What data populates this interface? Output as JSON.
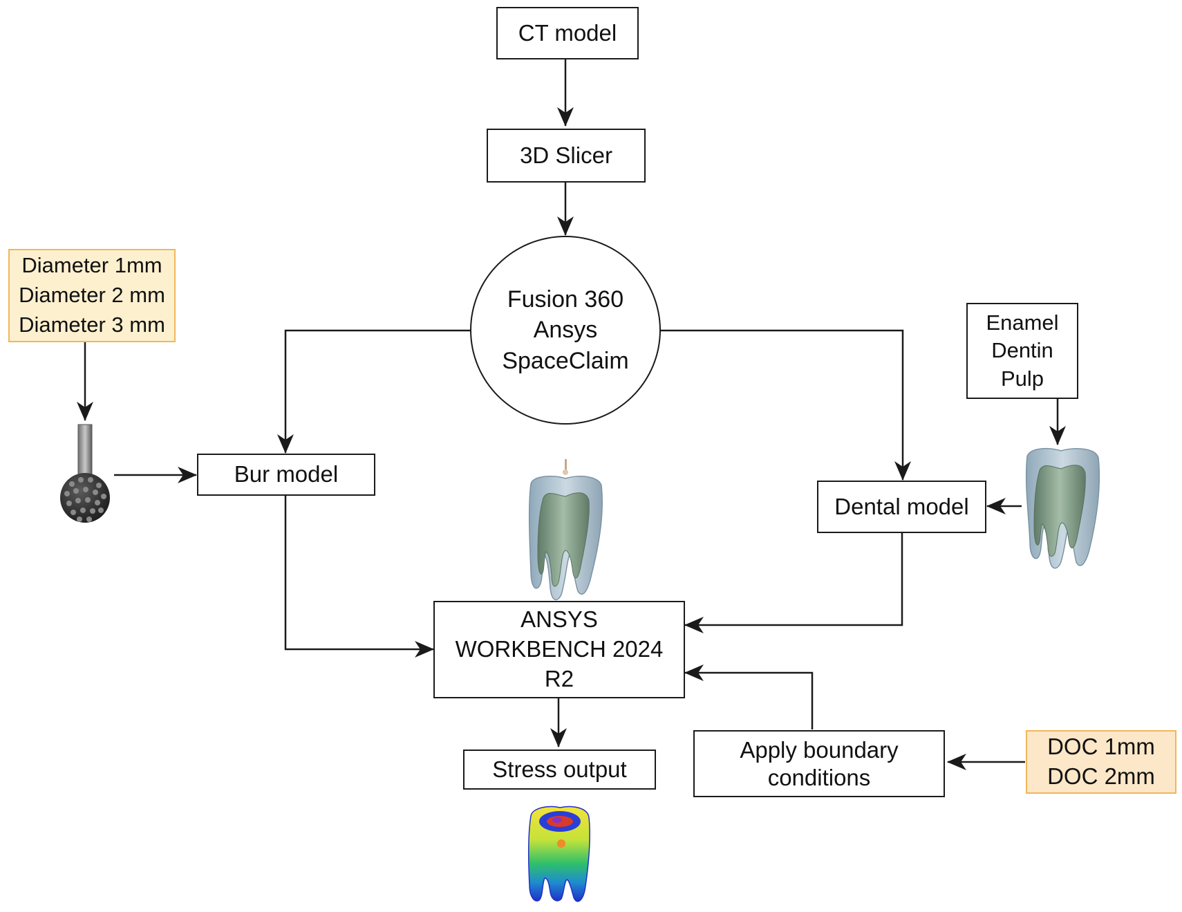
{
  "nodes": {
    "ct_model": "CT model",
    "slicer": "3D Slicer",
    "fusion": [
      "Fusion 360",
      "Ansys",
      "SpaceClaim"
    ],
    "bur_params": [
      "Diameter 1mm",
      "Diameter 2 mm",
      "Diameter 3 mm"
    ],
    "bur_model": "Bur model",
    "tissues": [
      "Enamel",
      "Dentin",
      "Pulp"
    ],
    "dental_model": "Dental model",
    "ansys": [
      "ANSYS",
      "WORKBENCH 2024",
      "R2"
    ],
    "stress_output": "Stress output",
    "boundary": [
      "Apply boundary",
      "conditions"
    ],
    "doc": [
      "DOC 1mm",
      "DOC 2mm"
    ]
  },
  "colors": {
    "note_fill": "#fdf0cf",
    "note_border": "#f0b75a",
    "line": "#1a1a1a",
    "enamel": "#a9c0cf",
    "dentin": "#7d9a86"
  },
  "icons": {
    "bur": "bur-icon",
    "tooth": "tooth-icon",
    "stress_map": "stress-map-icon"
  }
}
